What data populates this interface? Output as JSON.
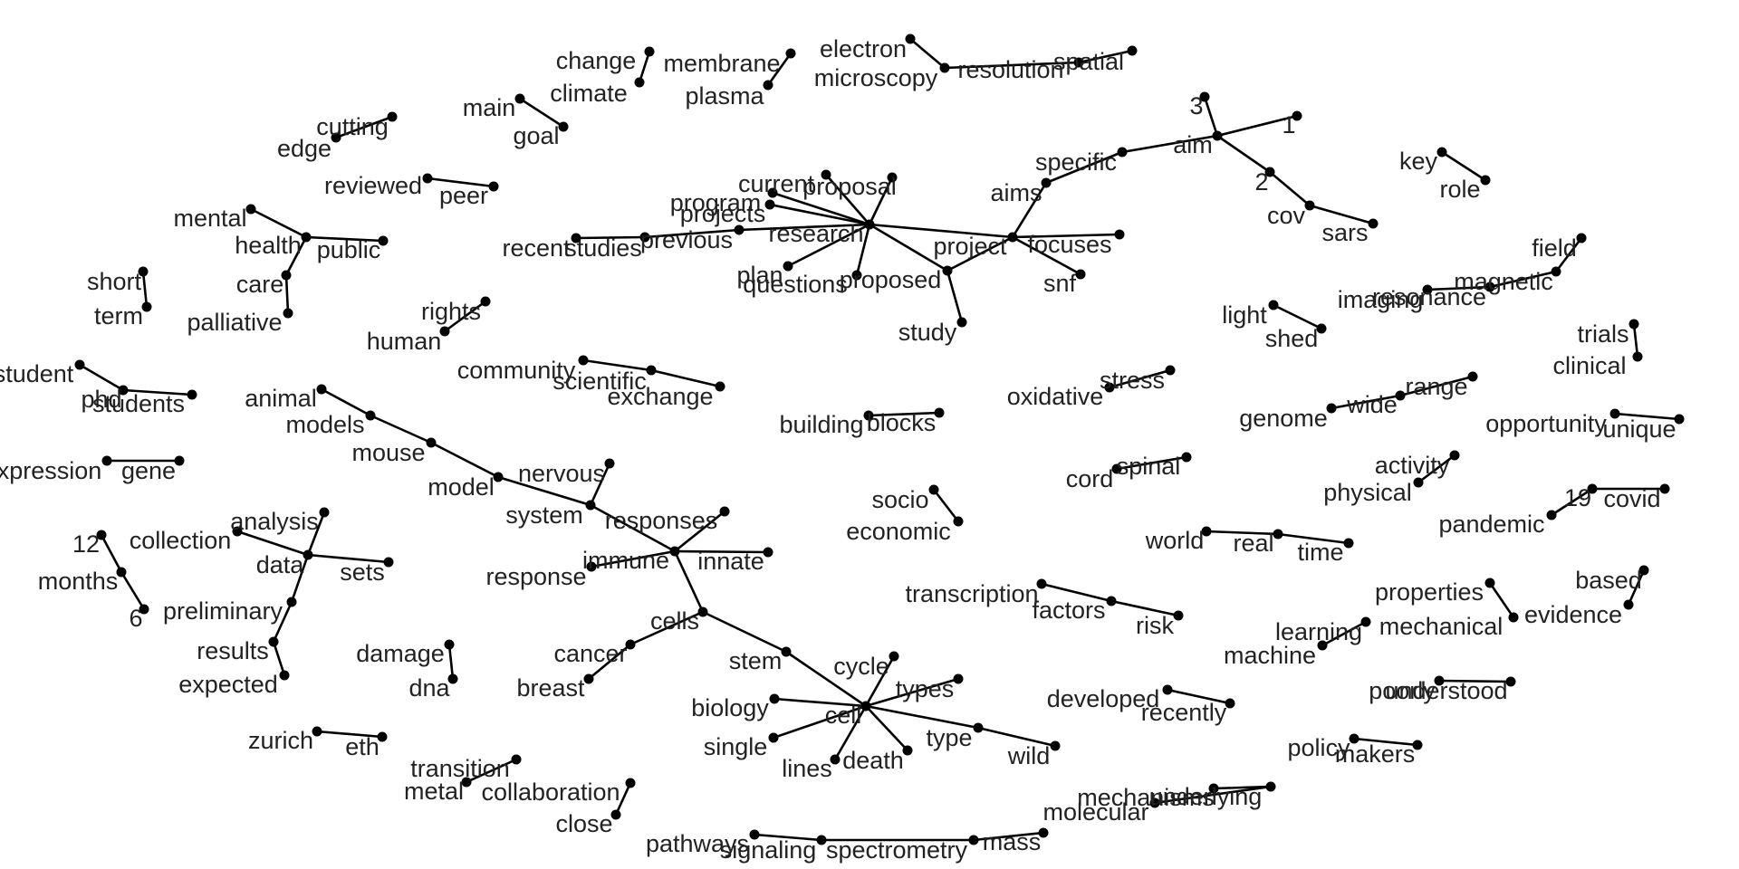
{
  "graph": {
    "type": "word-bigram-network",
    "colors": {
      "edge": "#000000",
      "node": "#000000",
      "label": "#222222",
      "background": "#ffffff"
    },
    "nodes": [
      "change",
      "climate",
      "membrane",
      "plasma",
      "electron",
      "microscopy",
      "resolution",
      "spatial",
      "main",
      "goal",
      "cutting",
      "edge",
      "reviewed",
      "peer",
      "mental",
      "health",
      "public",
      "care",
      "palliative",
      "short",
      "term",
      "rights",
      "human",
      "student",
      "phd",
      "students",
      "animal",
      "models",
      "mouse",
      "model",
      "nervous",
      "system",
      "community",
      "scientific",
      "exchange",
      "expression",
      "gene",
      "analysis",
      "data",
      "collection",
      "sets",
      "12",
      "months",
      "6",
      "preliminary",
      "results",
      "expected",
      "damage",
      "dna",
      "zurich",
      "eth",
      "transition",
      "metal",
      "collaboration",
      "close",
      "pathways",
      "signaling",
      "program",
      "current",
      "projects",
      "proposal",
      "research",
      "recent",
      "studies",
      "previous",
      "plan",
      "questions",
      "proposed",
      "project",
      "focuses",
      "snf",
      "study",
      "specific",
      "aims",
      "aim",
      "3",
      "1",
      "2",
      "cov",
      "sars",
      "key",
      "role",
      "field",
      "magnetic",
      "resonance",
      "imaging",
      "light",
      "shed",
      "trials",
      "clinical",
      "stress",
      "oxidative",
      "range",
      "wide",
      "genome",
      "building",
      "blocks",
      "opportunity",
      "unique",
      "activity",
      "physical",
      "spinal",
      "cord",
      "socio",
      "economic",
      "19",
      "covid",
      "pandemic",
      "world",
      "real",
      "time",
      "responses",
      "immune",
      "innate",
      "response",
      "cells",
      "cancer",
      "breast",
      "stem",
      "cell",
      "cycle",
      "types",
      "biology",
      "single",
      "lines",
      "death",
      "type",
      "wild",
      "transcription",
      "factors",
      "risk",
      "properties",
      "mechanical",
      "based",
      "evidence",
      "learning",
      "machine",
      "developed",
      "recently",
      "understood",
      "poorly",
      "policy",
      "makers",
      "mechanisms",
      "underlying",
      "molecular",
      "spectrometry",
      "mass"
    ],
    "edges": [
      [
        "change",
        "climate"
      ],
      [
        "membrane",
        "plasma"
      ],
      [
        "electron",
        "microscopy"
      ],
      [
        "microscopy",
        "resolution"
      ],
      [
        "spatial",
        "resolution"
      ],
      [
        "main",
        "goal"
      ],
      [
        "cutting",
        "edge"
      ],
      [
        "reviewed",
        "peer"
      ],
      [
        "mental",
        "health"
      ],
      [
        "public",
        "health"
      ],
      [
        "health",
        "care"
      ],
      [
        "care",
        "palliative"
      ],
      [
        "short",
        "term"
      ],
      [
        "rights",
        "human"
      ],
      [
        "student",
        "phd"
      ],
      [
        "phd",
        "students"
      ],
      [
        "animal",
        "models"
      ],
      [
        "models",
        "mouse"
      ],
      [
        "mouse",
        "model"
      ],
      [
        "model",
        "system"
      ],
      [
        "nervous",
        "system"
      ],
      [
        "system",
        "immune"
      ],
      [
        "community",
        "scientific"
      ],
      [
        "scientific",
        "exchange"
      ],
      [
        "expression",
        "gene"
      ],
      [
        "analysis",
        "data"
      ],
      [
        "data",
        "collection"
      ],
      [
        "data",
        "sets"
      ],
      [
        "data",
        "preliminary"
      ],
      [
        "preliminary",
        "results"
      ],
      [
        "results",
        "expected"
      ],
      [
        "12",
        "months"
      ],
      [
        "months",
        "6"
      ],
      [
        "damage",
        "dna"
      ],
      [
        "zurich",
        "eth"
      ],
      [
        "transition",
        "metal"
      ],
      [
        "collaboration",
        "close"
      ],
      [
        "pathways",
        "signaling"
      ],
      [
        "signaling",
        "spectrometry"
      ],
      [
        "spectrometry",
        "mass"
      ],
      [
        "program",
        "research"
      ],
      [
        "current",
        "research"
      ],
      [
        "projects",
        "research"
      ],
      [
        "proposal",
        "research"
      ],
      [
        "recent",
        "studies"
      ],
      [
        "studies",
        "previous"
      ],
      [
        "previous",
        "research"
      ],
      [
        "plan",
        "research"
      ],
      [
        "questions",
        "research"
      ],
      [
        "proposed",
        "research"
      ],
      [
        "research",
        "project"
      ],
      [
        "project",
        "aims"
      ],
      [
        "aims",
        "specific"
      ],
      [
        "specific",
        "aim"
      ],
      [
        "project",
        "focuses"
      ],
      [
        "project",
        "snf"
      ],
      [
        "project",
        "proposed"
      ],
      [
        "proposed",
        "study"
      ],
      [
        "aim",
        "3"
      ],
      [
        "aim",
        "1"
      ],
      [
        "aim",
        "2"
      ],
      [
        "2",
        "cov"
      ],
      [
        "cov",
        "sars"
      ],
      [
        "key",
        "role"
      ],
      [
        "field",
        "magnetic"
      ],
      [
        "magnetic",
        "resonance"
      ],
      [
        "resonance",
        "imaging"
      ],
      [
        "light",
        "shed"
      ],
      [
        "trials",
        "clinical"
      ],
      [
        "stress",
        "oxidative"
      ],
      [
        "range",
        "wide"
      ],
      [
        "wide",
        "genome"
      ],
      [
        "building",
        "blocks"
      ],
      [
        "opportunity",
        "unique"
      ],
      [
        "activity",
        "physical"
      ],
      [
        "spinal",
        "cord"
      ],
      [
        "socio",
        "economic"
      ],
      [
        "19",
        "covid"
      ],
      [
        "19",
        "pandemic"
      ],
      [
        "world",
        "real"
      ],
      [
        "real",
        "time"
      ],
      [
        "responses",
        "immune"
      ],
      [
        "immune",
        "innate"
      ],
      [
        "immune",
        "response"
      ],
      [
        "immune",
        "cells"
      ],
      [
        "cells",
        "cancer"
      ],
      [
        "cancer",
        "breast"
      ],
      [
        "cells",
        "stem"
      ],
      [
        "stem",
        "cell"
      ],
      [
        "cell",
        "cycle"
      ],
      [
        "cell",
        "types"
      ],
      [
        "cell",
        "biology"
      ],
      [
        "cell",
        "single"
      ],
      [
        "cell",
        "lines"
      ],
      [
        "cell",
        "death"
      ],
      [
        "cell",
        "type"
      ],
      [
        "type",
        "wild"
      ],
      [
        "transcription",
        "factors"
      ],
      [
        "factors",
        "risk"
      ],
      [
        "properties",
        "mechanical"
      ],
      [
        "based",
        "evidence"
      ],
      [
        "learning",
        "machine"
      ],
      [
        "developed",
        "recently"
      ],
      [
        "understood",
        "poorly"
      ],
      [
        "policy",
        "makers"
      ],
      [
        "mechanisms",
        "underlying"
      ],
      [
        "underlying",
        "molecular"
      ]
    ]
  }
}
